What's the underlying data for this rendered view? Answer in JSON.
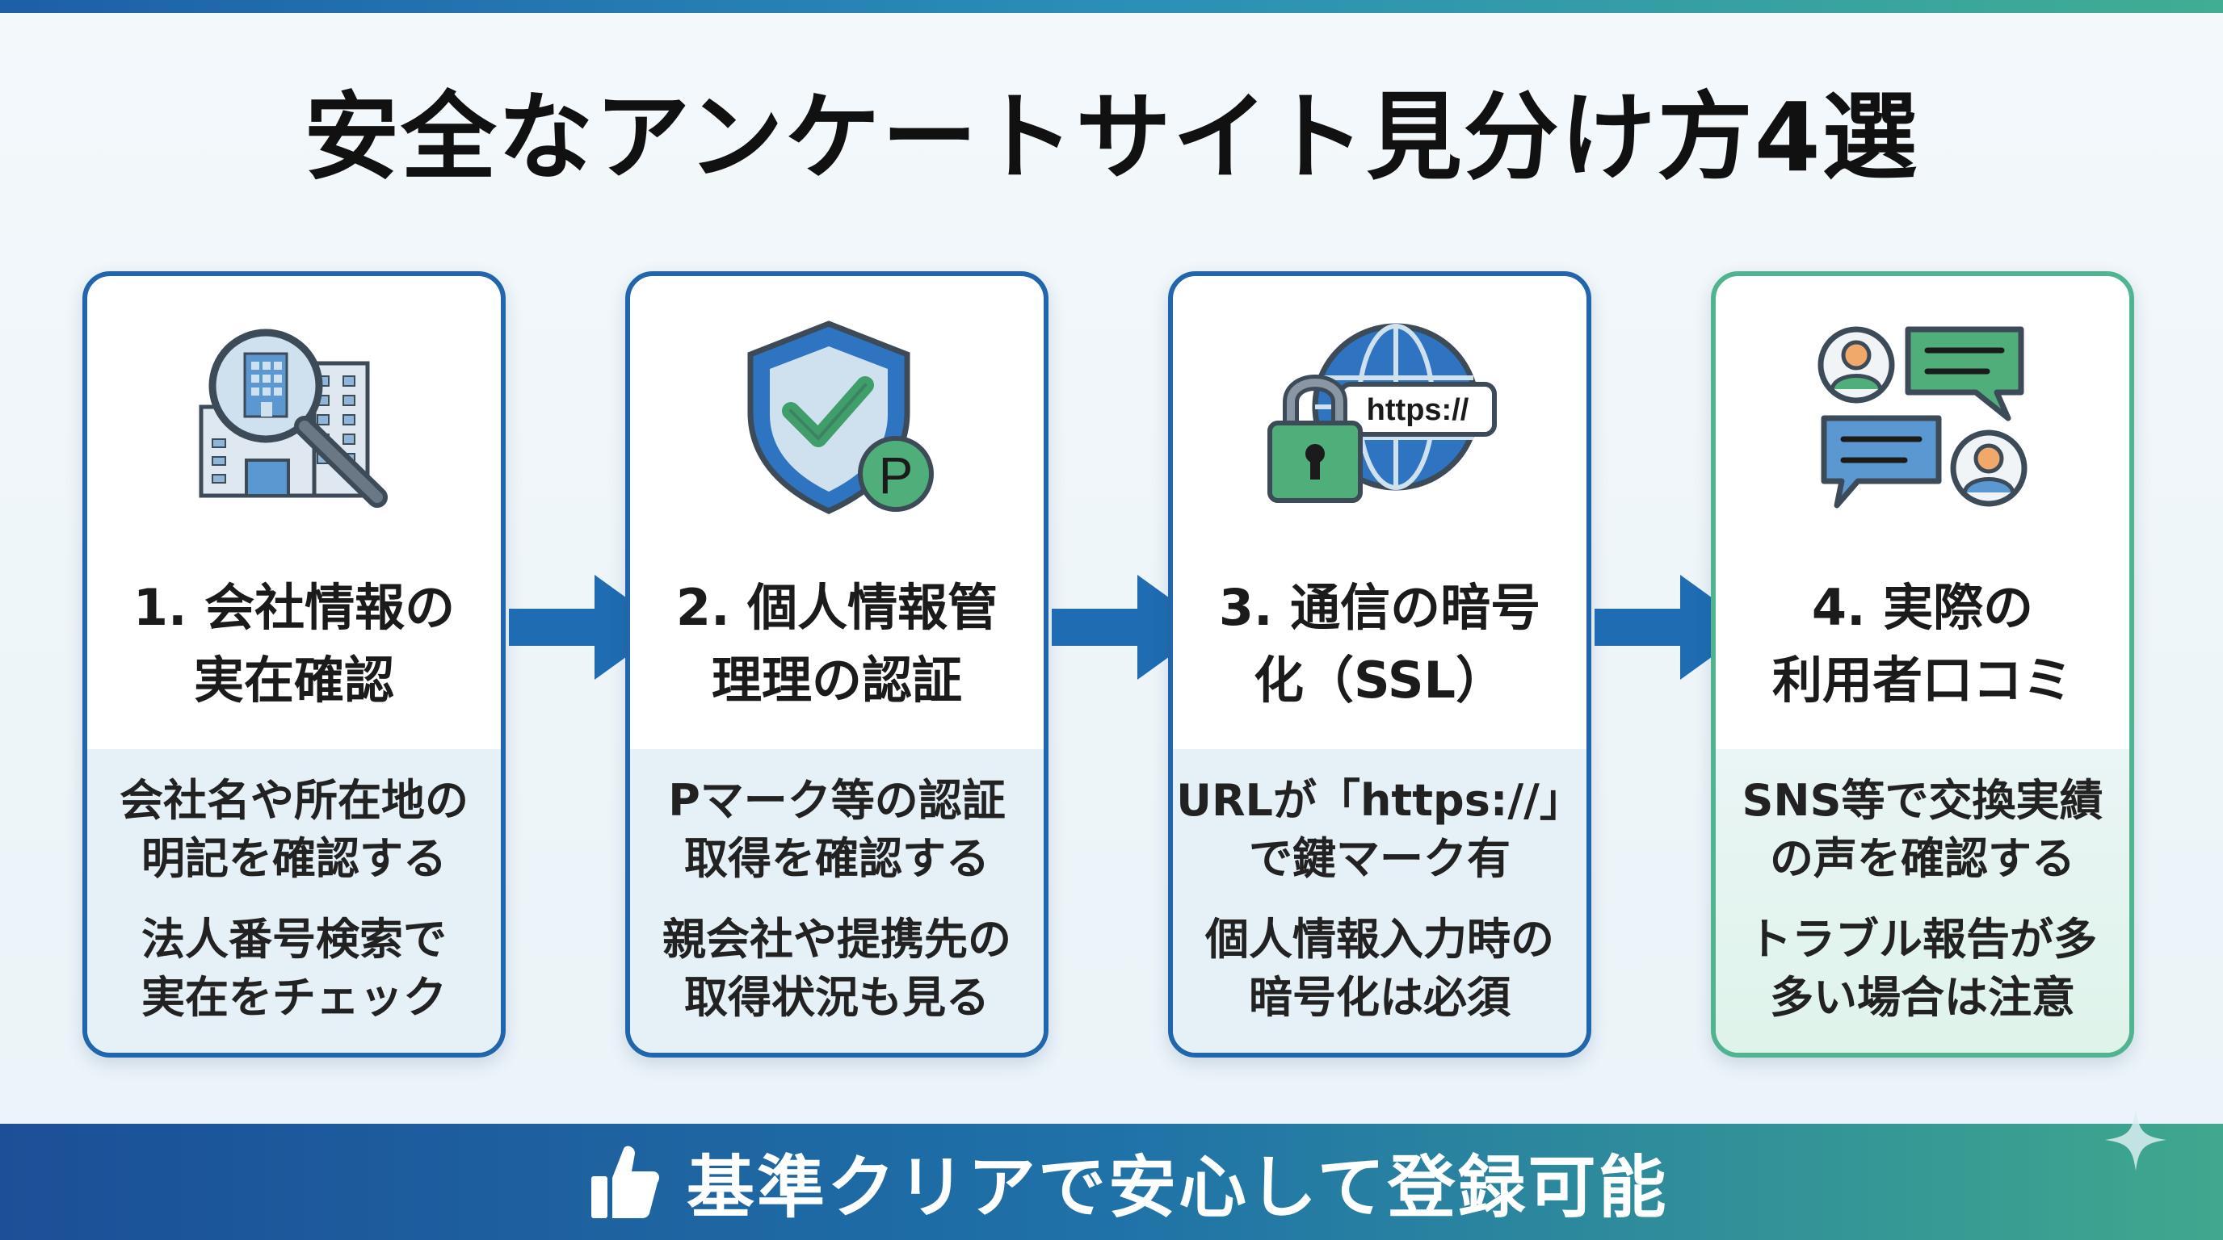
{
  "title": "安全なアンケートサイト見分け方4選",
  "colors": {
    "primary_blue": "#2166ad",
    "accent_green": "#4fb48f",
    "arrow_blue": "#1f6cb3",
    "footer_start": "#1c4f97",
    "footer_end": "#3fa88d"
  },
  "steps": [
    {
      "icon": "building-magnifier-icon",
      "heading_line1": "1. 会社情報の",
      "heading_line2": "実在確認",
      "body": [
        "会社名や所在地の",
        "明記を確認する",
        "法人番号検索で",
        "実在をチェック"
      ]
    },
    {
      "icon": "shield-check-icon",
      "badge_letter": "P",
      "heading_line1": "2. 個人情報管",
      "heading_line2": "理理の認証",
      "body": [
        "Pマーク等の認証",
        "取得を確認する",
        "親会社や提携先の",
        "取得状況も見る"
      ]
    },
    {
      "icon": "padlock-globe-icon",
      "url_label": "https://",
      "heading_line1": "3. 通信の暗号",
      "heading_line2": "化（SSL）",
      "body": [
        "URLが「https://」",
        "で鍵マーク有",
        "個人情報入力時の",
        "暗号化は必須"
      ]
    },
    {
      "icon": "users-chat-icon",
      "heading_line1": "4. 実際の",
      "heading_line2": "利用者口コミ",
      "body": [
        "SNS等で交換実績",
        "の声を確認する",
        "トラブル報告が多",
        "多い場合は注意"
      ]
    }
  ],
  "footer": {
    "icon": "thumbs-up-icon",
    "text": "基準クリアで安心して登録可能"
  },
  "decoration": {
    "icon": "sparkle-icon"
  }
}
